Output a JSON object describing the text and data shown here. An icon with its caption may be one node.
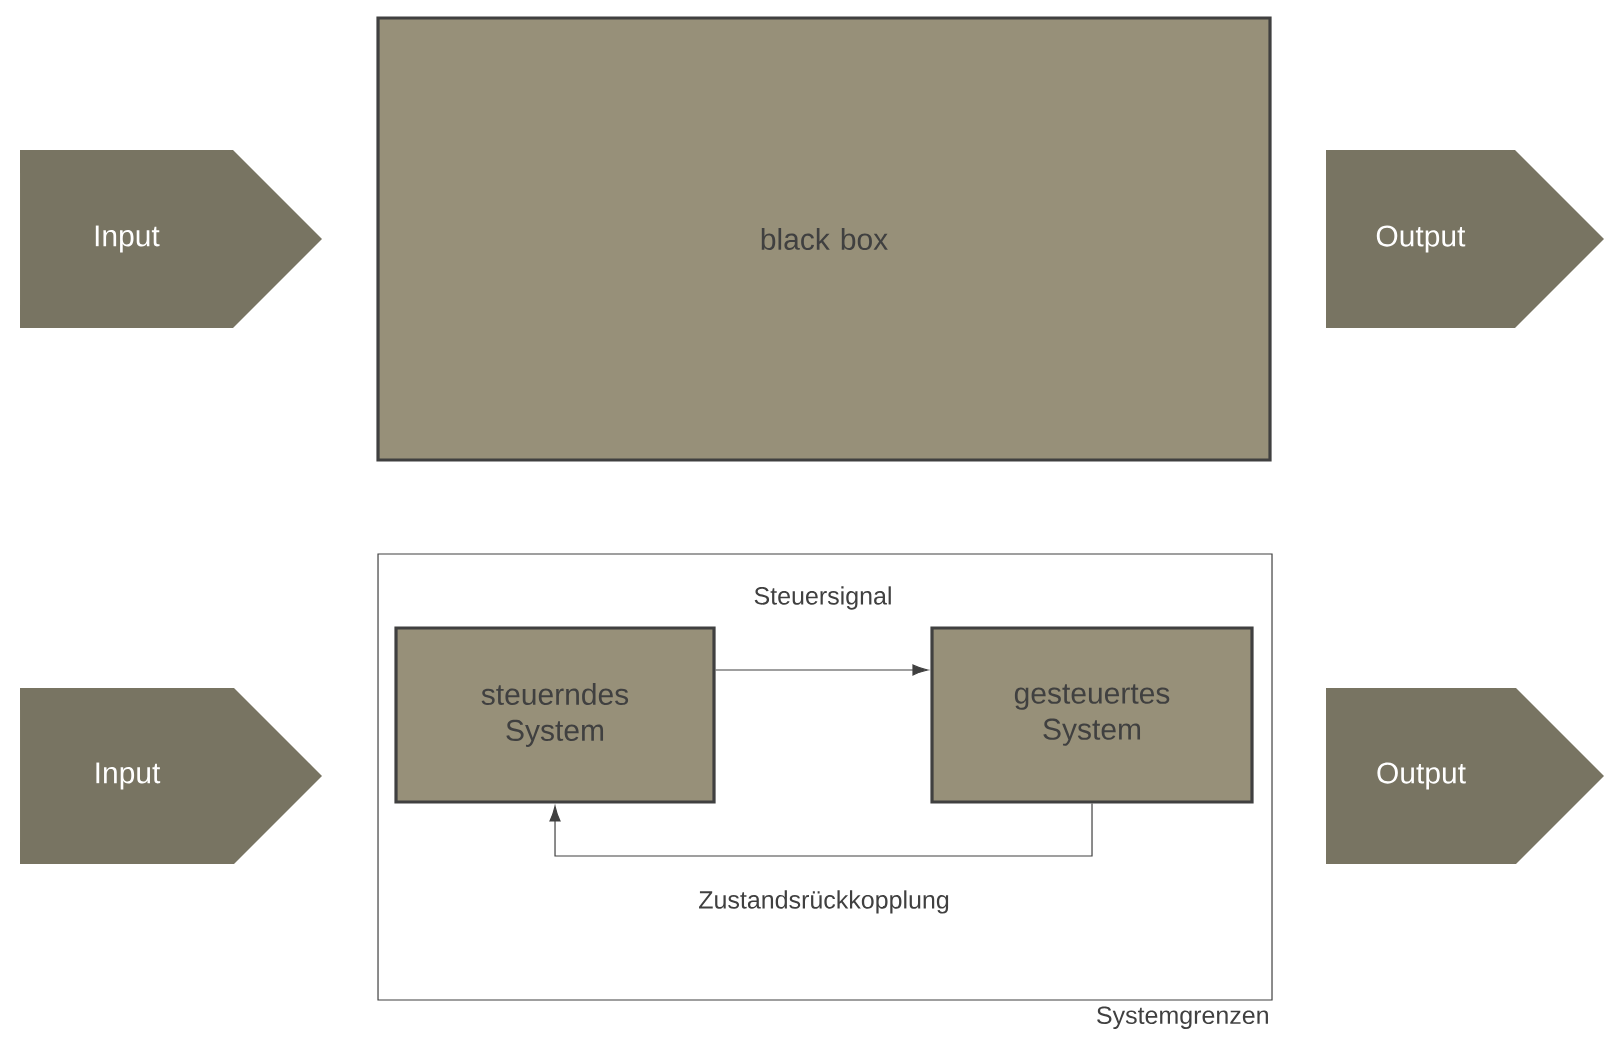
{
  "diagram": {
    "nodes": [
      {
        "text": [
          "Input"
        ]
      },
      {
        "text": [
          "black box"
        ]
      },
      {
        "text": [
          "Output"
        ]
      },
      {
        "text": [
          "Input"
        ]
      },
      {
        "text": [
          "Systemgrenzen"
        ]
      },
      {
        "text": [
          "steuerndes System"
        ],
        "in": 4
      },
      {
        "text": [
          "gesteuertes System"
        ],
        "in": 4
      },
      {
        "text": [
          "Output"
        ]
      }
    ],
    "edges": [
      {
        "from": 5,
        "to": 6,
        "arrow": "to",
        "label": "Steuersignal"
      },
      {
        "from": 6,
        "to": 5,
        "arrow": "to",
        "label": "Zustandsrückkopplung"
      }
    ]
  }
}
